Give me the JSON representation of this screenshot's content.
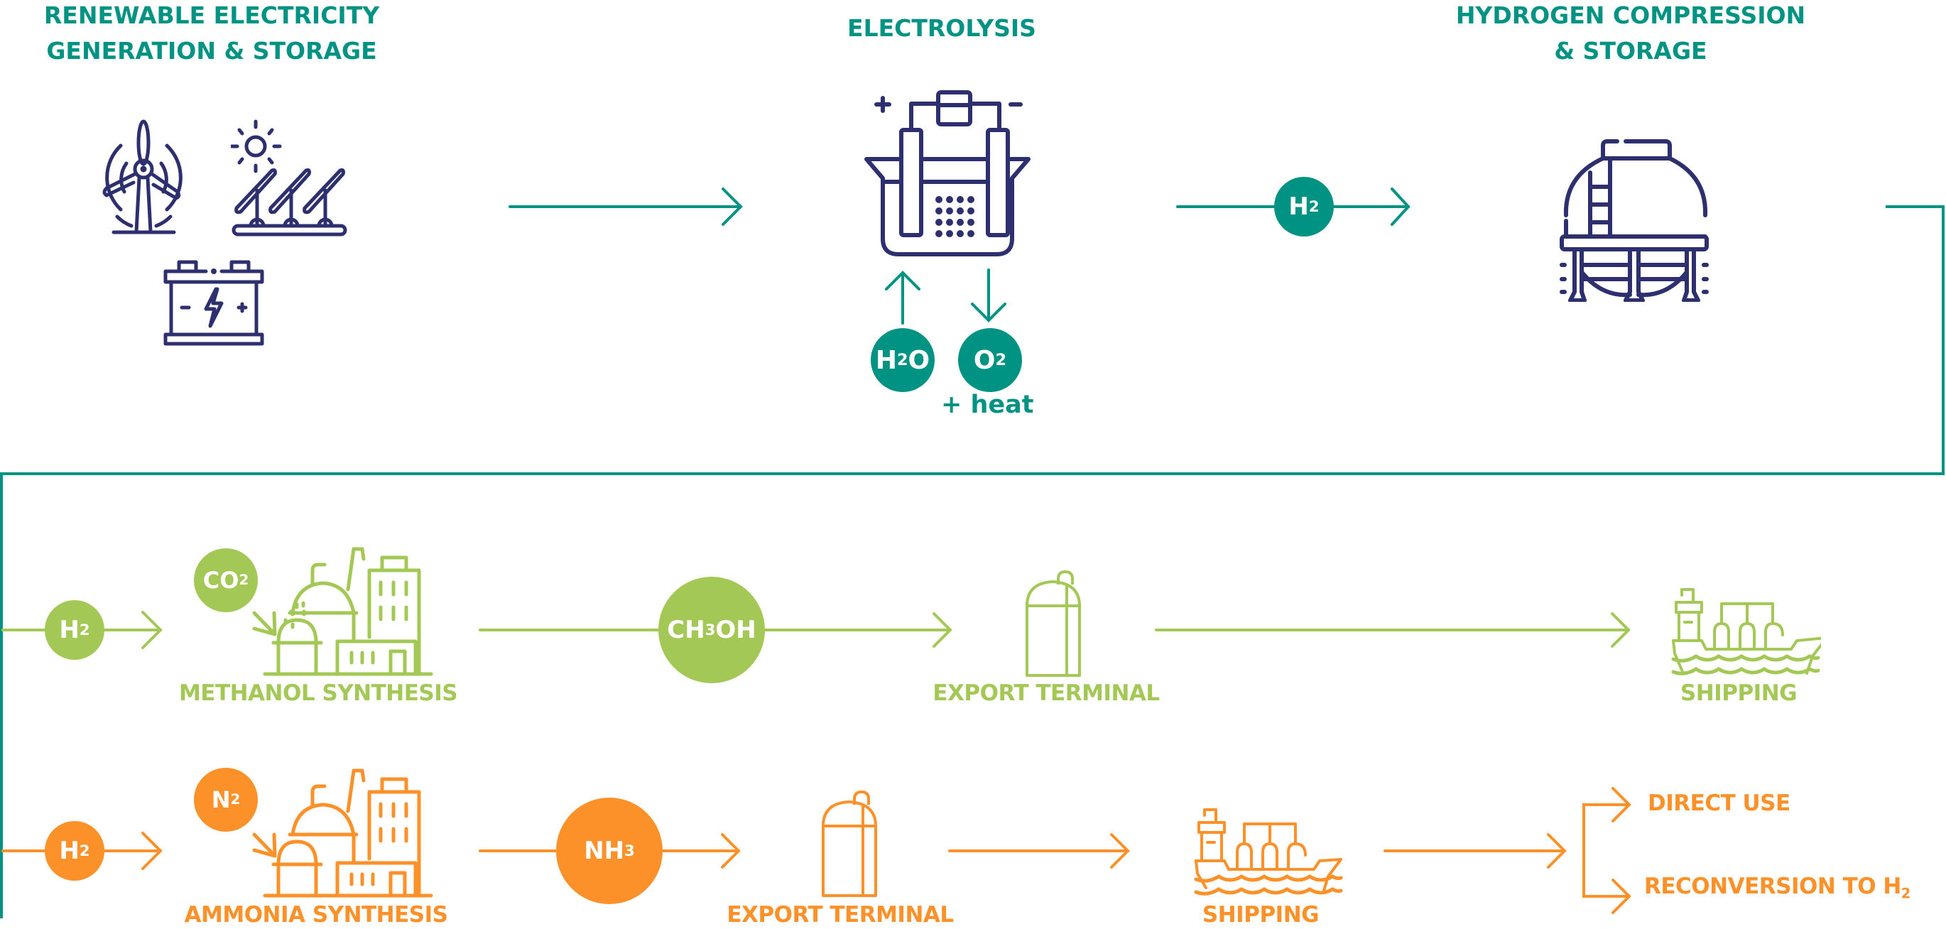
{
  "colors": {
    "teal": "#009384",
    "navy": "#2d2f6f",
    "green": "#a3c855",
    "orange": "#fb9128",
    "white": "#ffffff"
  },
  "stages": {
    "renewable": {
      "title_line1": "RENEWABLE ELECTRICITY",
      "title_line2": "GENERATION & STORAGE",
      "icons": [
        "wind-turbine-icon",
        "solar-panels-icon",
        "battery-icon"
      ]
    },
    "electrolysis": {
      "title": "ELECTROLYSIS",
      "icon": "electrolyser-icon",
      "input": {
        "main": "H",
        "sub": "2",
        "tail": "O"
      },
      "output": {
        "main": "O",
        "sub": "2",
        "tail": ""
      },
      "byproduct": "+ heat"
    },
    "compression": {
      "title_line1": "HYDROGEN COMPRESSION",
      "title_line2": "& STORAGE",
      "icon": "storage-tank-icon",
      "carrier": {
        "main": "H",
        "sub": "2",
        "tail": ""
      }
    }
  },
  "methanol_route": {
    "feed": {
      "main": "H",
      "sub": "2",
      "tail": ""
    },
    "co_reactant": {
      "main": "CO",
      "sub": "2",
      "tail": ""
    },
    "synthesis_label": "METHANOL SYNTHESIS",
    "product": {
      "main": "CH",
      "sub": "3",
      "tail": "OH"
    },
    "terminal_label": "EXPORT TERMINAL",
    "shipping_label": "SHIPPING"
  },
  "ammonia_route": {
    "feed": {
      "main": "H",
      "sub": "2",
      "tail": ""
    },
    "co_reactant": {
      "main": "N",
      "sub": "2",
      "tail": ""
    },
    "synthesis_label": "AMMONIA SYNTHESIS",
    "product": {
      "main": "NH",
      "sub": "3",
      "tail": ""
    },
    "terminal_label": "EXPORT TERMINAL",
    "shipping_label": "SHIPPING",
    "end_uses": [
      {
        "label": "DIRECT USE",
        "sub": ""
      },
      {
        "label": "RECONVERSION TO H",
        "sub": "2"
      }
    ]
  }
}
